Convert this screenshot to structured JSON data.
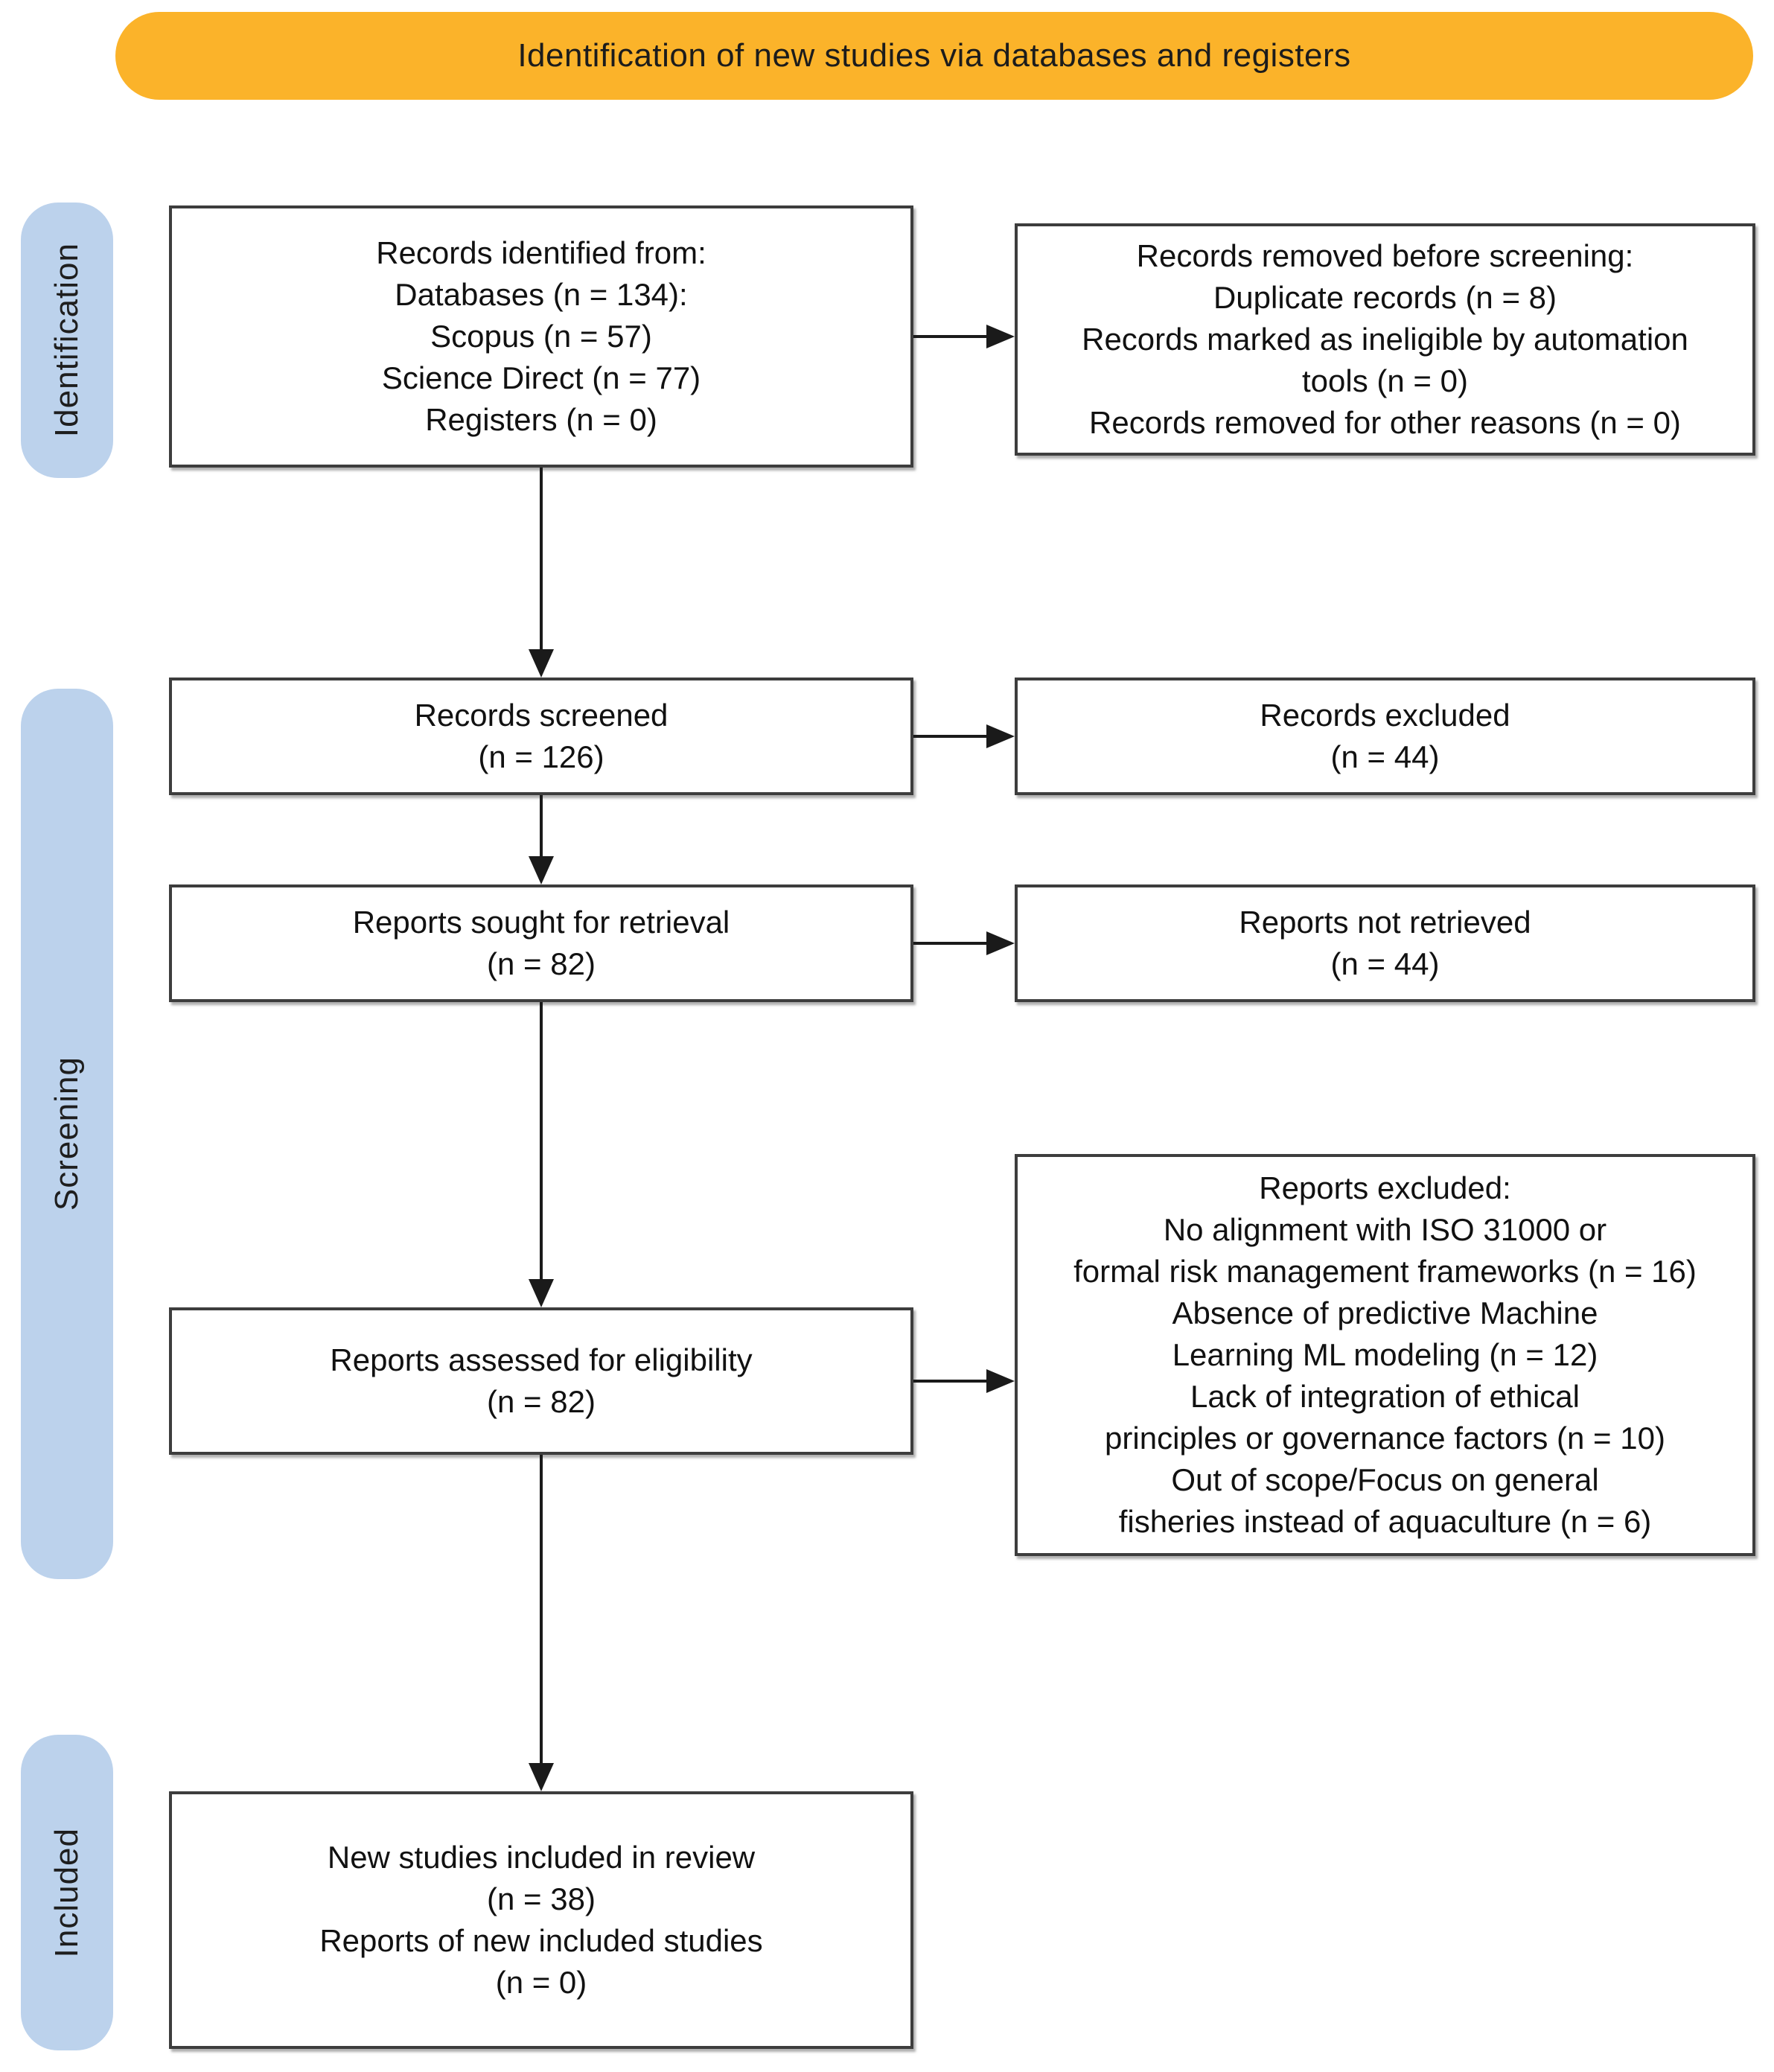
{
  "banner": {
    "label": "Identification of new studies via databases and registers"
  },
  "stages": [
    {
      "label": "Identification"
    },
    {
      "label": "Screening"
    },
    {
      "label": "Included"
    }
  ],
  "boxes": {
    "records_identified": {
      "lines": [
        "Records identified from:",
        "Databases (n = 134):",
        "Scopus (n = 57)",
        "Science Direct (n = 77)",
        "Registers (n = 0)"
      ]
    },
    "records_removed": {
      "lines": [
        "Records removed before screening:",
        "Duplicate records (n = 8)",
        "Records marked as ineligible by automation",
        "tools (n = 0)",
        "Records removed for other reasons (n = 0)"
      ]
    },
    "records_screened": {
      "lines": [
        "Records screened",
        "(n = 126)"
      ]
    },
    "records_excluded": {
      "lines": [
        "Records excluded",
        "(n = 44)"
      ]
    },
    "reports_sought": {
      "lines": [
        "Reports sought for retrieval",
        "(n = 82)"
      ]
    },
    "reports_not_retrieved": {
      "lines": [
        "Reports not retrieved",
        "(n = 44)"
      ]
    },
    "reports_assessed": {
      "lines": [
        "Reports assessed for eligibility",
        "(n = 82)"
      ]
    },
    "reports_excluded": {
      "lines": [
        "Reports excluded:",
        "No alignment with ISO 31000 or",
        "formal risk management frameworks (n = 16)",
        "Absence of predictive Machine",
        "Learning ML modeling (n = 12)",
        "Lack of integration of ethical",
        "principles or governance factors (n = 10)",
        "Out of scope/Focus on general",
        "fisheries instead of aquaculture (n = 6)"
      ]
    },
    "new_studies_included": {
      "lines": [
        "New studies included in review",
        "(n = 38)",
        "Reports of new included studies",
        "(n = 0)"
      ]
    }
  },
  "colors": {
    "banner_bg": "#FBB32A",
    "stage_bg": "#BCD2EC",
    "box_border": "#3D3D3D",
    "arrow": "#1A1A1A"
  }
}
